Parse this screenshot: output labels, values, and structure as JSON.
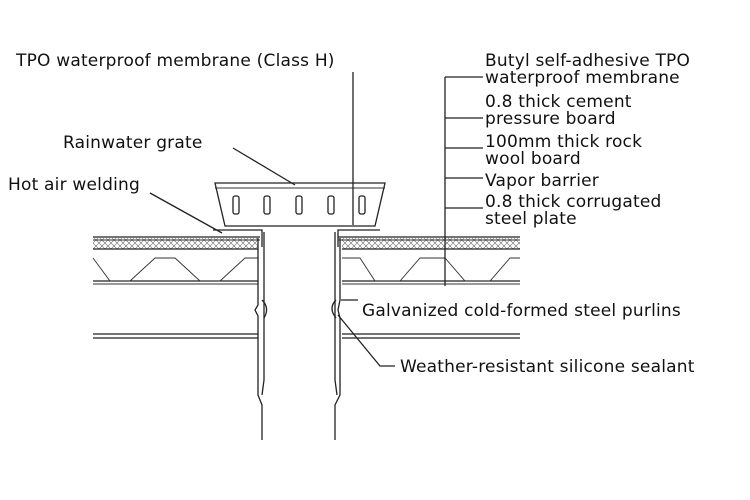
{
  "title": "",
  "labels": {
    "tpo_membrane": "TPO waterproof membrane (Class H)",
    "rainwater_grate": "Rainwater grate",
    "hot_air_welding": "Hot air welding",
    "butyl_line1": "Butyl self-adhesive TPO",
    "butyl_line2": "waterproof membrane",
    "cement_line1": "0.8 thick cement",
    "cement_line2": "pressure board",
    "rockwool_line1": "100mm thick rock",
    "rockwool_line2": "wool board",
    "vapor_barrier": "Vapor barrier",
    "steel_line1": "0.8 thick corrugated",
    "steel_line2": "steel plate",
    "purlins": "Galvanized cold-formed steel purlins",
    "sealant": "Weather-resistant silicone sealant"
  },
  "colors": {
    "line": "#222222",
    "text": "#111111",
    "background": "#ffffff"
  }
}
